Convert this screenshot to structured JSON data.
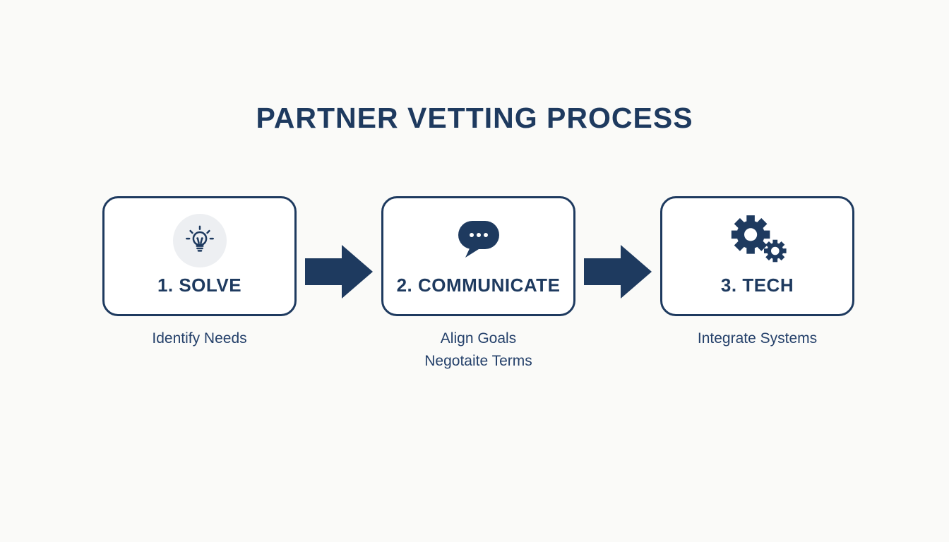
{
  "title": "PARTNER VETTING PROCESS",
  "colors": {
    "navy": "#1e3a5f",
    "background": "#fafaf8",
    "icon_circle_bg": "#edeff2"
  },
  "steps": [
    {
      "id": "solve",
      "label": "1. SOLVE",
      "icon": "lightbulb-icon",
      "captions": [
        "Identify Needs"
      ]
    },
    {
      "id": "communicate",
      "label": "2. COMMUNICATE",
      "icon": "speech-bubble-icon",
      "captions": [
        "Align Goals",
        "Negotaite Terms"
      ]
    },
    {
      "id": "tech",
      "label": "3. TECH",
      "icon": "gears-icon",
      "captions": [
        "Integrate Systems"
      ]
    }
  ]
}
